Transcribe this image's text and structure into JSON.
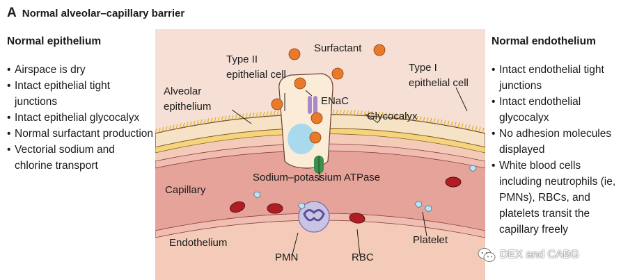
{
  "header": {
    "panel_letter": "A",
    "title": "Normal alveolar–capillary barrier"
  },
  "left_panel": {
    "heading": "Normal epithelium",
    "items": [
      "Airspace is dry",
      "Intact epithelial tight junctions",
      "Intact epithelial glycocalyx",
      "Normal surfactant production",
      "Vectorial sodium and chlorine transport"
    ]
  },
  "right_panel": {
    "heading": "Normal endothelium",
    "items": [
      "Intact endothelial tight junctions",
      "Intact endothelial glycocalyx",
      "No adhesion molecules displayed",
      "White blood cells including neutrophils (ie, PMNs), RBCs, and platelets transit the capillary freely"
    ]
  },
  "diagram": {
    "labels": {
      "surfactant": "Surfactant",
      "type2_line1": "Type II",
      "type2_line2": "epithelial cell",
      "type1_line1": "Type I",
      "type1_line2": "epithelial cell",
      "alveolar_line1": "Alveolar",
      "alveolar_line2": "epithelium",
      "enac": "ENaC",
      "glycocalyx": "Glycocalyx",
      "atpase": "Sodium–potassium ATPase",
      "capillary": "Capillary",
      "endothelium": "Endothelium",
      "pmn": "PMN",
      "rbc": "RBC",
      "platelet": "Platelet"
    },
    "colors": {
      "alveolar_space": "#f6e0d6",
      "capillary_fill": "#e6a39a",
      "surfactant": "#e87a2a",
      "glycocalyx": "#e3b62c",
      "rbc": "#b01e24",
      "pmn": "#c9c3e4",
      "platelet": "#bfe3f3",
      "enac": "#a888c8",
      "atpase": "#3e8f4c"
    }
  },
  "watermark": {
    "text": "DEX and CABG",
    "icon": "wechat-icon"
  }
}
